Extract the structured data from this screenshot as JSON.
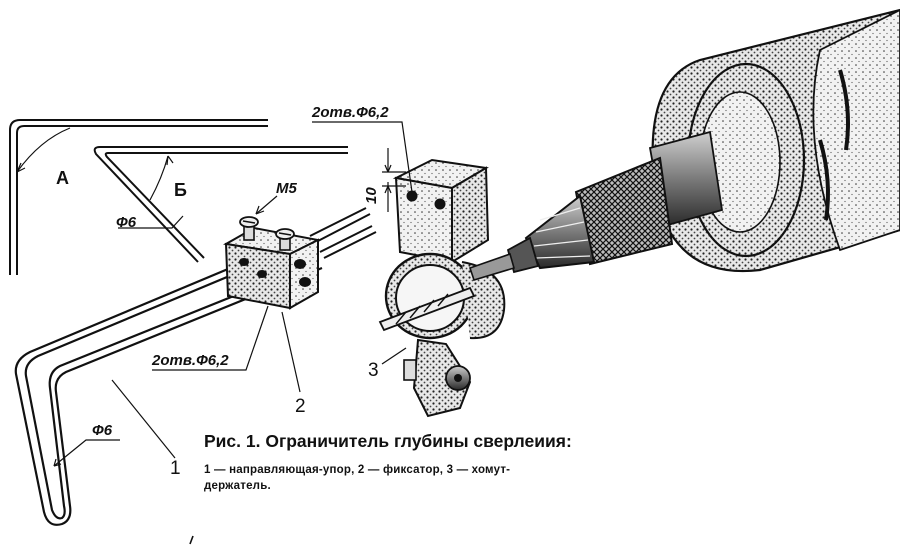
{
  "labels": {
    "angle_a": "А",
    "angle_b": "Б",
    "diam_rod_top": "Ф6",
    "thread": "М5",
    "holes_top": "2отв.Ф6,2",
    "holes_bottom": "2отв.Ф6,2",
    "dim_10": "10",
    "diam_rod_bottom": "Ф6",
    "part_1": "1",
    "part_2": "2",
    "part_3": "3"
  },
  "caption": {
    "title": "Рис. 1. Ограничитель глубины сверлеиия:",
    "line1": "1 — направляющая-упор, 2 — фиксатор, 3 — хомут-",
    "line2": "держатель."
  }
}
